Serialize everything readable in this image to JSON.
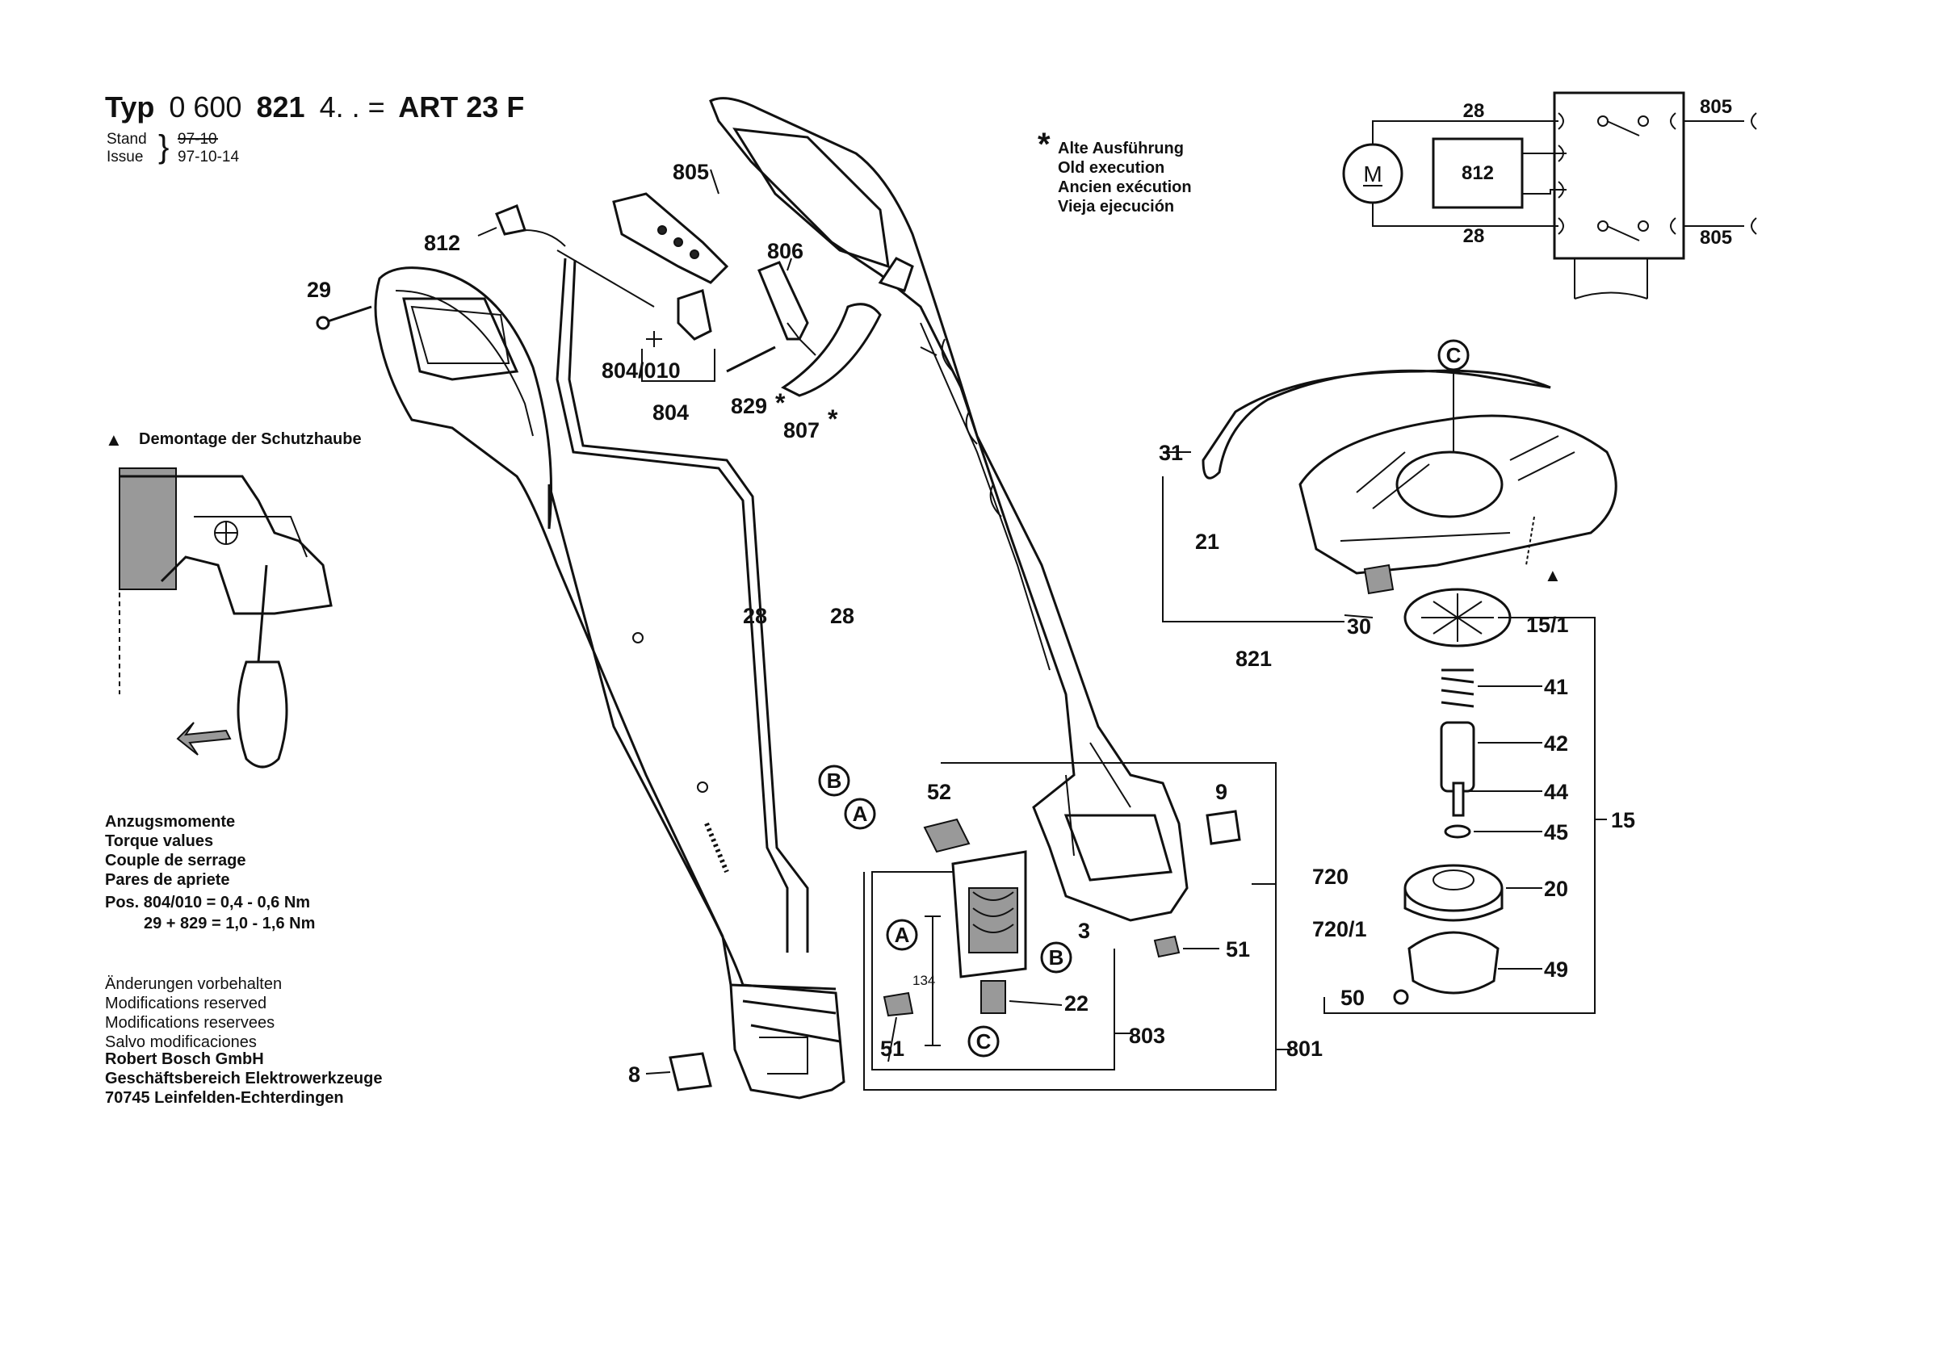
{
  "header": {
    "typ_prefix": "Typ",
    "typ_number": "0 600",
    "typ_bold": "821",
    "typ_suffix": "4. . =",
    "model": "ART 23 F",
    "stand_label": "Stand",
    "stand_value": "97-10",
    "issue_label": "Issue",
    "issue_value": "97-10-14"
  },
  "old_execution": {
    "asterisk": "*",
    "lines": [
      "Alte Ausführung",
      "Old execution",
      "Ancien exécution",
      "Vieja ejecución"
    ]
  },
  "wiring": {
    "motor": "M",
    "box": "812",
    "wire_top": "28",
    "wire_bottom": "28",
    "plug_top": "805",
    "plug_bottom": "805"
  },
  "disassembly": {
    "symbol": "▲",
    "title": "Demontage der Schutzhaube"
  },
  "torque": {
    "lines": [
      "Anzugsmomente",
      "Torque values",
      "Couple de serrage",
      "Pares de apriete"
    ],
    "pos1": "Pos. 804/010 = 0,4 - 0,6 Nm",
    "pos2": "29 + 829 = 1,0 - 1,6 Nm"
  },
  "footer": {
    "lines": [
      "Änderungen vorbehalten",
      "Modifications reserved",
      "Modifications reservees",
      "Salvo modificaciones"
    ],
    "company": [
      "Robert Bosch GmbH",
      "Geschäftsbereich Elektrowerkzeuge",
      "70745 Leinfelden-Echterdingen"
    ]
  },
  "part_labels": {
    "p29": "29",
    "p812": "812",
    "p805": "805",
    "p806": "806",
    "p804_010": "804/010",
    "p804": "804",
    "p829": "829",
    "p829_star": "*",
    "p807": "807",
    "p807_star": "*",
    "p28a": "28",
    "p28b": "28",
    "p52": "52",
    "p9": "9",
    "p3": "3",
    "p51a": "51",
    "p51b": "51",
    "p22": "22",
    "p803": "803",
    "p801": "801",
    "p8": "8",
    "p134": "134",
    "p31": "31",
    "p21": "21",
    "p30": "30",
    "p821": "821",
    "p15_1": "15/1",
    "p41": "41",
    "p42": "42",
    "p44": "44",
    "p45": "45",
    "p15": "15",
    "p720": "720",
    "p720_1": "720/1",
    "p20": "20",
    "p49": "49",
    "p50": "50"
  },
  "callouts": {
    "c_top": "C",
    "c_bottom": "C",
    "b_wire": "B",
    "a_wire": "A",
    "a_motor": "A",
    "b_motor": "B"
  }
}
